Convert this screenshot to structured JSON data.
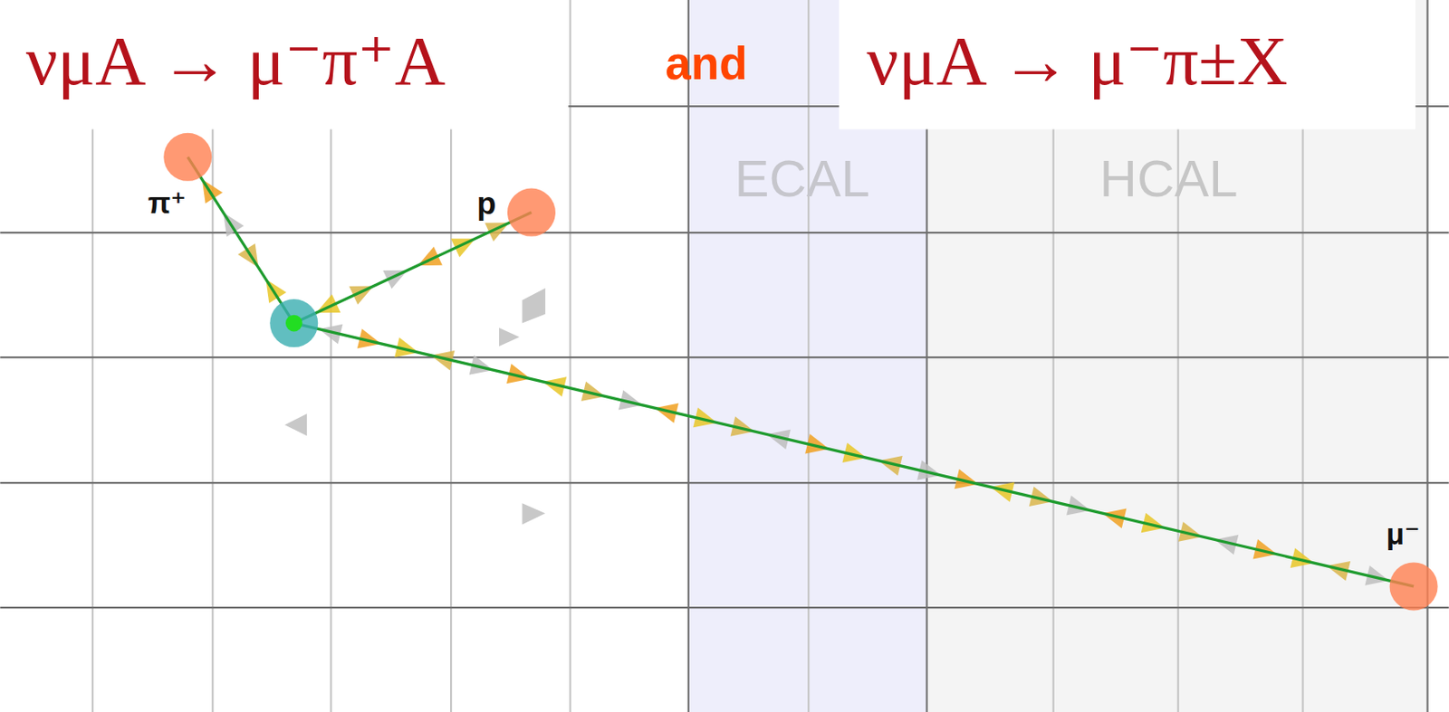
{
  "diagram": {
    "labels": [
      "νμA → μ⁻π⁺A",
      "and",
      "νμA → μ⁻π±X",
      "ECAL",
      "HCAL",
      "π⁺",
      "p",
      "μ⁻"
    ]
  }
}
